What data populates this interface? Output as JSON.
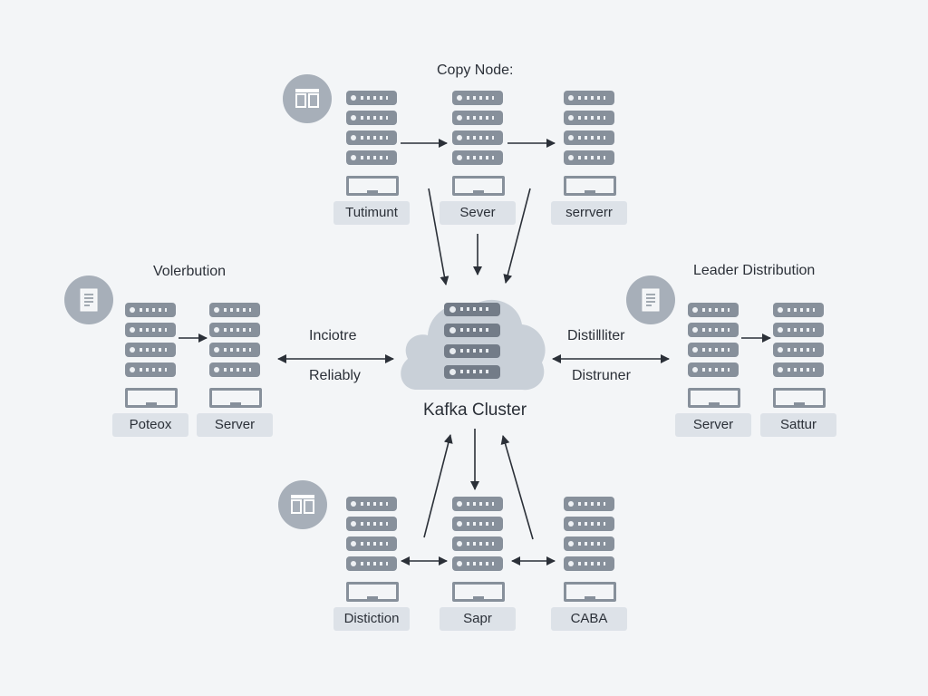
{
  "diagram": {
    "header": "Copy Node:",
    "center_label": "Kafka Cluster",
    "left_section_title": "Volerbution",
    "right_section_title": "Leader Distribution",
    "left_edge_labels": [
      "Inciotre",
      "Reliably"
    ],
    "right_edge_labels": [
      "Distiǁliter",
      "Distruner"
    ],
    "top_nodes": [
      "Tutimunt",
      "Sever",
      "serrverr"
    ],
    "left_nodes": [
      "Poteox",
      "Server"
    ],
    "right_nodes": [
      "Server",
      "Sattur"
    ],
    "bottom_nodes": [
      "Distiction",
      "Sapr",
      "CABA"
    ],
    "icons": {
      "top_badge": "dual-server-icon",
      "left_badge": "document-icon",
      "right_badge": "document-icon",
      "bottom_badge": "dual-server-icon"
    },
    "colors": {
      "background": "#f3f5f7",
      "server": "#87909b",
      "cloud": "#c9d0d8",
      "label_box": "#dde2e8",
      "line": "#2b3038"
    }
  }
}
